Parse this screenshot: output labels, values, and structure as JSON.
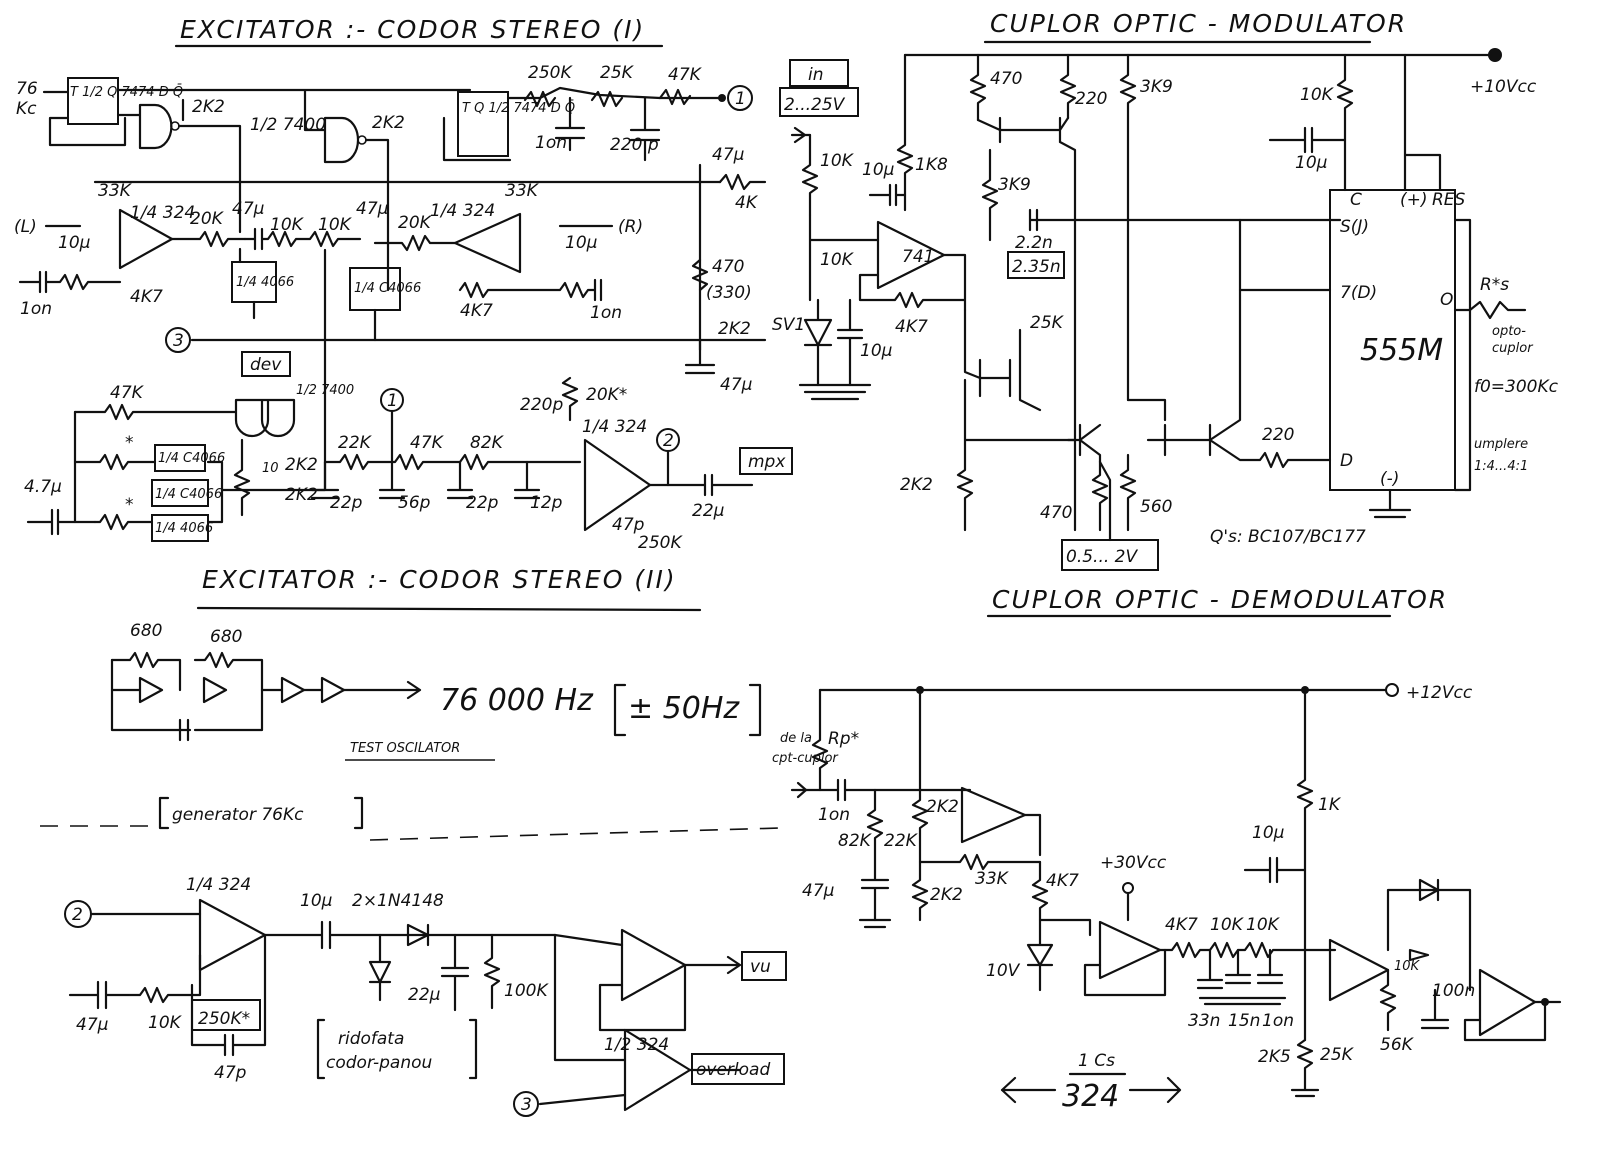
{
  "titles": {
    "enc1": "EXCITATOR :- CODOR STEREO (I)",
    "enc2": "EXCITATOR :- CODOR STEREO (II)",
    "mod": "CUPLOR OPTIC - MODULATOR",
    "demod": "CUPLOR OPTIC - DEMODULATOR"
  },
  "labels": {
    "in_76": "76",
    "in_kc": "Kc",
    "ff1": "T 1/2 Q 7474 D Q̄",
    "ff2": "T Q 1/2 7474 D Q̄",
    "gate_7400": "1/2 7400",
    "gate_7400b": "1/2 7400",
    "r_2k2a": "2K2",
    "r_2k2b": "2K2",
    "pot_250k": "250K",
    "pot_25k": "25K",
    "r_47k_top": "47K",
    "node1": "1",
    "in_box1": "in",
    "in_box2": "2...25V",
    "c_1on": "1on",
    "c_220p": "220 p",
    "c_47u_a": "47µ",
    "r_4k_a": "4K",
    "left_in": "(L)",
    "right_in": "(R)",
    "r_33k_l": "33K",
    "r_33k_r": "33K",
    "op_l": "1/4 324",
    "op_r": "1/4 324",
    "c_10u_l": "10µ",
    "c_10u_r": "10µ",
    "r_20k_l": "20K",
    "r_20k_r": "20K",
    "c_47u_l": "47µ",
    "c_47u_r": "47µ",
    "r_10k_a": "10K",
    "r_10k_b": "10K",
    "c_1on_l": "1on",
    "c_1on_r": "1on",
    "r_4k7_l": "4K7",
    "r_4k7_r": "4K7",
    "sw_l": "1/4 4066",
    "sw_r": "1/4 C4066",
    "r_470": "470",
    "r_330": "(330)",
    "node3": "3",
    "r_2k2_c": "2K2",
    "c_47u_b": "47µ",
    "dev": "dev",
    "r_47k_b": "47K",
    "gate_7400c": "1/2 7400",
    "sw_c1": "1/4 C4066",
    "sw_c2": "1/4 C4066",
    "sw_c3": "1/4 4066",
    "r_2k2_d": "2K2",
    "r_2k2_e": "2K2",
    "r_10_mid": "10",
    "c_4u7": "4.7µ",
    "r_22k": "22K",
    "r_47k_c": "47K",
    "r_82k": "82K",
    "c_22p_a": "22p",
    "c_56p": "56p",
    "c_22p_b": "22p",
    "c_12p": "12p",
    "c_220p_b": "220p",
    "r_20k_star": "20K*",
    "op_mpx": "1/4 324",
    "node2": "2",
    "c_47p_a": "47p",
    "c_22u": "22µ",
    "pot_250k_b": "250K",
    "mpx": "mpx",
    "r_680a": "680",
    "r_680b": "680",
    "osc_freq": "76 000 Hz",
    "osc_tol": "± 50Hz",
    "osc_name": "TEST OSCILATOR",
    "gen": "generator 76Kc",
    "op_vu": "1/4 324",
    "c_10u_vu": "10µ",
    "diodes": "2×1N4148",
    "c_22u_vu": "22µ",
    "r_100k": "100K",
    "c_47u_vu": "47µ",
    "pot_10k_vu": "10K",
    "r_250k_star": "250K*",
    "c_47p_vu": "47p",
    "op_half": "1/2 324",
    "vu": "vu",
    "overload": "overload",
    "note1": "ridofata",
    "note2": "codor-panou",
    "r_470m": "470",
    "r_220m": "220",
    "r_3k9a": "3K9",
    "r_3k9b": "3K9",
    "r_10k_m": "10K",
    "r_1k8": "1K8",
    "c_10u_m": "10µ",
    "op_741": "741",
    "r_10k_m2": "10K",
    "r_10k_m3": "10K",
    "sv1": "SV1",
    "c_10u_m2": "10µ",
    "r_4k7_m": "4K7",
    "c_2n2": "2.2n",
    "c_2n35": "2.35n",
    "pot_25k_m": "25K",
    "r_2k2_m": "2K2",
    "r_470_m2": "470",
    "vrange": "0.5... 2V",
    "r_560": "560",
    "r_220_m": "220",
    "trans": "Q's: BC107/BC177",
    "vcc10": "+10Vcc",
    "r_10k_t": "10K",
    "c_10u_t": "10µ",
    "pin_c": "C",
    "pin_plus": "(+)",
    "pin_res": "RES",
    "pin_s": "S(J)",
    "pin_7": "7(D)",
    "pin_o": "O",
    "pin_d": "D",
    "pin_gnd": "(-)",
    "timer": "555M",
    "rs": "R*s",
    "opto1": "opto-",
    "opto2": "cuplor",
    "freq": "f0=300Kc",
    "umplere1": "umplere",
    "umplere2": "1:4...4:1",
    "vcc12": "+12Vcc",
    "rp": "Rp*",
    "dela1": "de la",
    "dela2": "cpt-cuplor",
    "c_1on_d": "1on",
    "r_82k_d": "82K",
    "r_22k_d": "22K",
    "r_2k2_d1": "2K2",
    "r_2k2_d2": "2K2",
    "c_47u_d": "47µ",
    "r_33k_d": "33K",
    "r_4k7_d": "4K7",
    "vcc30": "+30Vcc",
    "z_10v": "10V",
    "r_4k7_f": "4K7",
    "r_10k_f": "10K",
    "r_10k_f2": "10K",
    "c_33n": "33n",
    "c_15n": "15n",
    "c_1on_f": "1on",
    "r_1k": "1K",
    "c_10u_d": "10µ",
    "r_2k5": "2K5",
    "pot_25k_d": "25K",
    "r_56k": "56K",
    "c_100n": "100n",
    "r_10k_d": "10K",
    "ics1": "1 Cs",
    "ics2": "324"
  }
}
